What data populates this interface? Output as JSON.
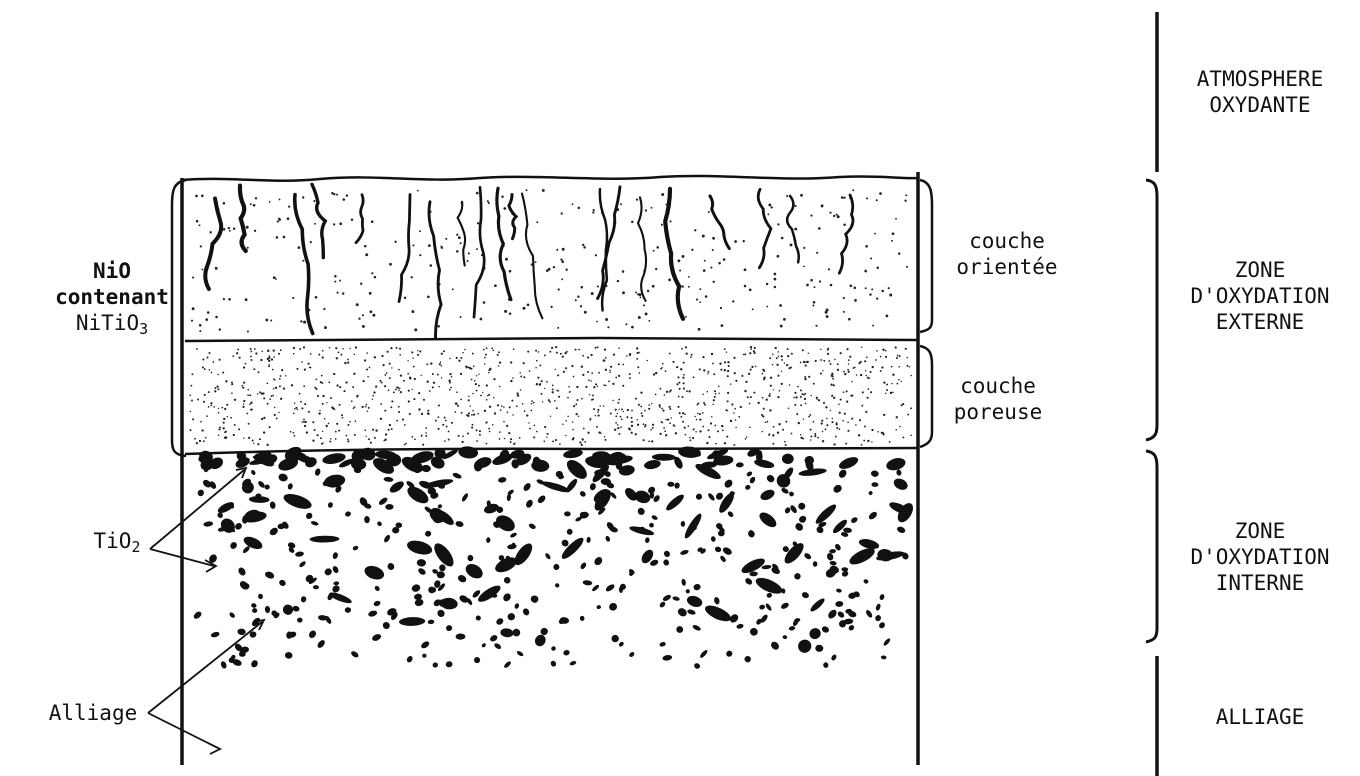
{
  "labels": {
    "nio_line1": "NiO",
    "nio_line2": "contenant",
    "nio_line3_prefix": "NiTiO",
    "nio_line3_sub": "3",
    "tio2_prefix": "TiO",
    "tio2_sub": "2",
    "alliage_left": "Alliage",
    "couche_orientee_1": "couche",
    "couche_orientee_2": "orientée",
    "couche_poreuse_1": "couche",
    "couche_poreuse_2": "poreuse"
  },
  "zones": [
    {
      "lines": [
        "ATMOSPHERE",
        "OXYDANTE"
      ]
    },
    {
      "lines": [
        "ZONE",
        "D'OXYDATION",
        "EXTERNE"
      ]
    },
    {
      "lines": [
        "ZONE",
        "D'OXYDATION",
        "INTERNE"
      ]
    },
    {
      "lines": [
        "ALLIAGE"
      ]
    }
  ],
  "colors": {
    "ink": "#111111",
    "background": "#ffffff"
  }
}
